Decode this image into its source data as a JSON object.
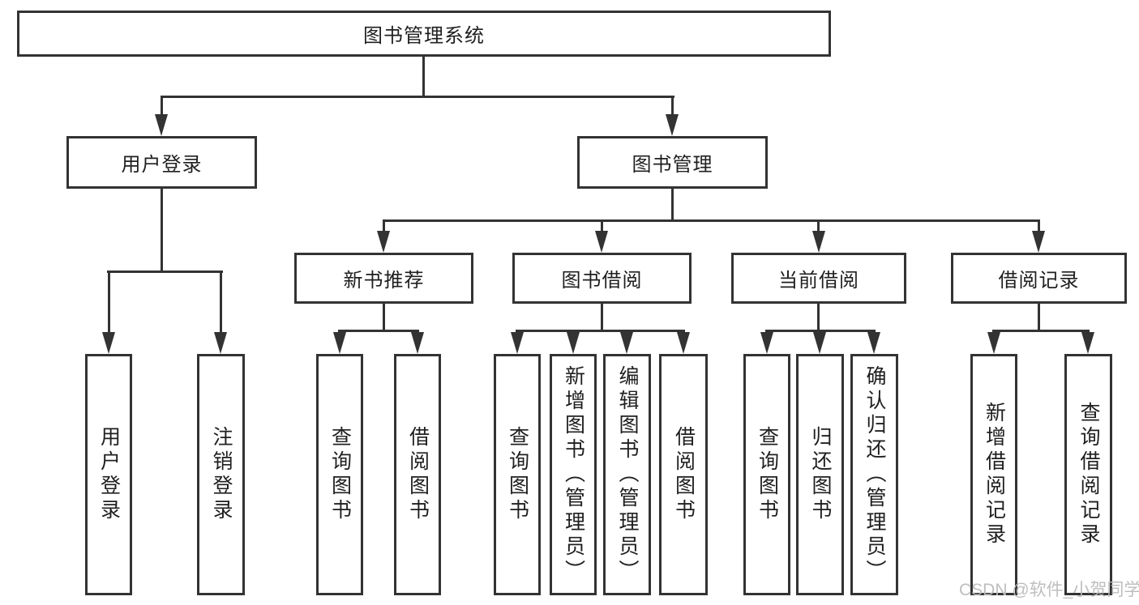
{
  "tree": {
    "root": "图书管理系统",
    "branches": [
      {
        "label": "用户登录",
        "children": [
          "用户登录",
          "注销登录"
        ]
      },
      {
        "label": "图书管理",
        "groups": [
          {
            "label": "新书推荐",
            "children": [
              "查询图书",
              "借阅图书"
            ]
          },
          {
            "label": "图书借阅",
            "children": [
              "查询图书",
              "新增图书（管理员）",
              "编辑图书（管理员）",
              "借阅图书"
            ]
          },
          {
            "label": "当前借阅",
            "children": [
              "查询图书",
              "归还图书",
              "确认归还（管理员）"
            ]
          },
          {
            "label": "借阅记录",
            "children": [
              "新增借阅记录",
              "查询借阅记录"
            ]
          }
        ]
      }
    ]
  },
  "watermark": "CSDN @软件_小贺同学",
  "colors": {
    "line": "#333333",
    "text": "#1f1f1f",
    "watermark": "#bababa",
    "background": "#ffffff"
  }
}
